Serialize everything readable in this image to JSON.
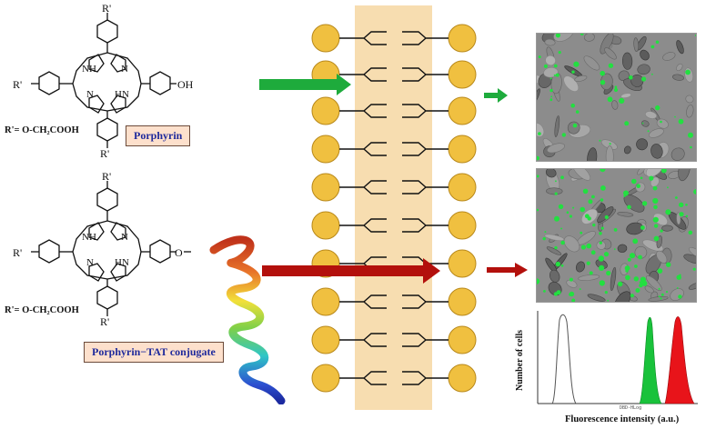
{
  "molecule_top": {
    "r_top": "R'",
    "r_left": "R'",
    "r_bottom": "R'",
    "nh_top": "NH",
    "n_top": "N",
    "n_bottom": "N",
    "hn_bottom": "HN",
    "oh": "OH",
    "r_def": "R'= O-CH₂COOH",
    "label": "Porphyrin"
  },
  "molecule_bottom": {
    "r_top": "R'",
    "r_left": "R'",
    "r_bottom": "R'",
    "nh_top": "NH",
    "n_top": "N",
    "n_bottom": "N",
    "hn_bottom": "HN",
    "o_link": "O",
    "r_def": "R'= O-CH₂COOH",
    "label": "Porphyrin−TAT  conjugate"
  },
  "colors": {
    "green_arrow": "#1eab3c",
    "red_arrow": "#b3100c",
    "lipid_head": "#f0c040",
    "bilayer_band": "#f7ddb0",
    "label_box": "#fde0cc",
    "label_text": "#1f2a9c",
    "histo_green": "#19c23b",
    "histo_red": "#e8141a"
  },
  "histogram": {
    "ylabel": "Number of cells",
    "xlabel": "Fluorescence intensity (a.u.)",
    "tick_label": "DBD-HLog"
  }
}
